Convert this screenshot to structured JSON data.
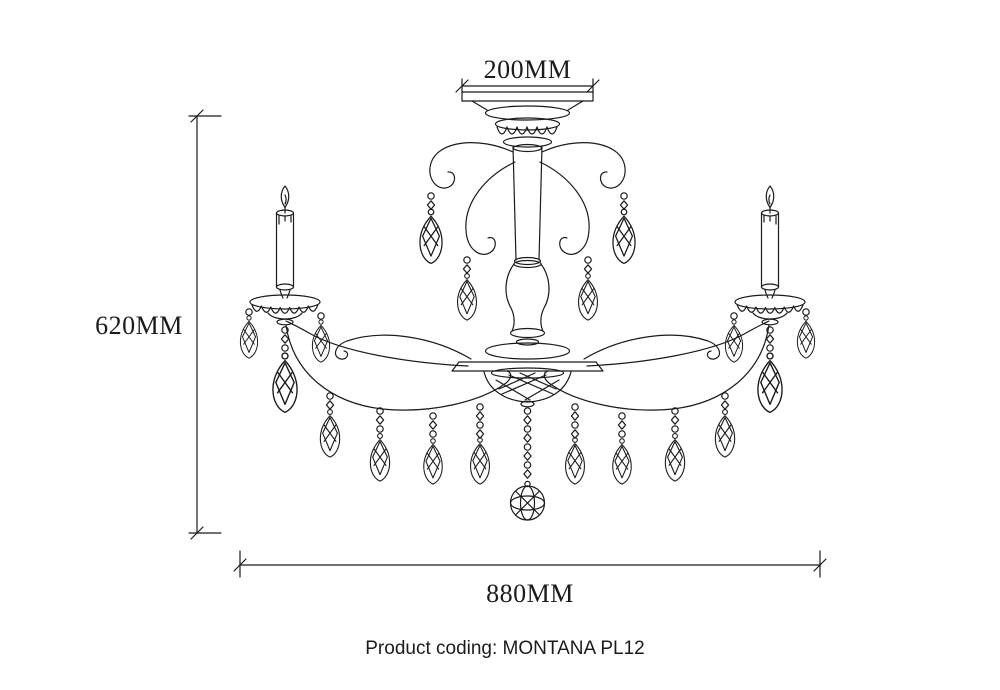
{
  "colors": {
    "line": "#1b1b1b",
    "background": "#ffffff"
  },
  "dimensions": {
    "top_width": "200MM",
    "height": "620MM",
    "bottom_width": "880MM"
  },
  "product": {
    "caption": "Product coding: MONTANA PL12"
  }
}
